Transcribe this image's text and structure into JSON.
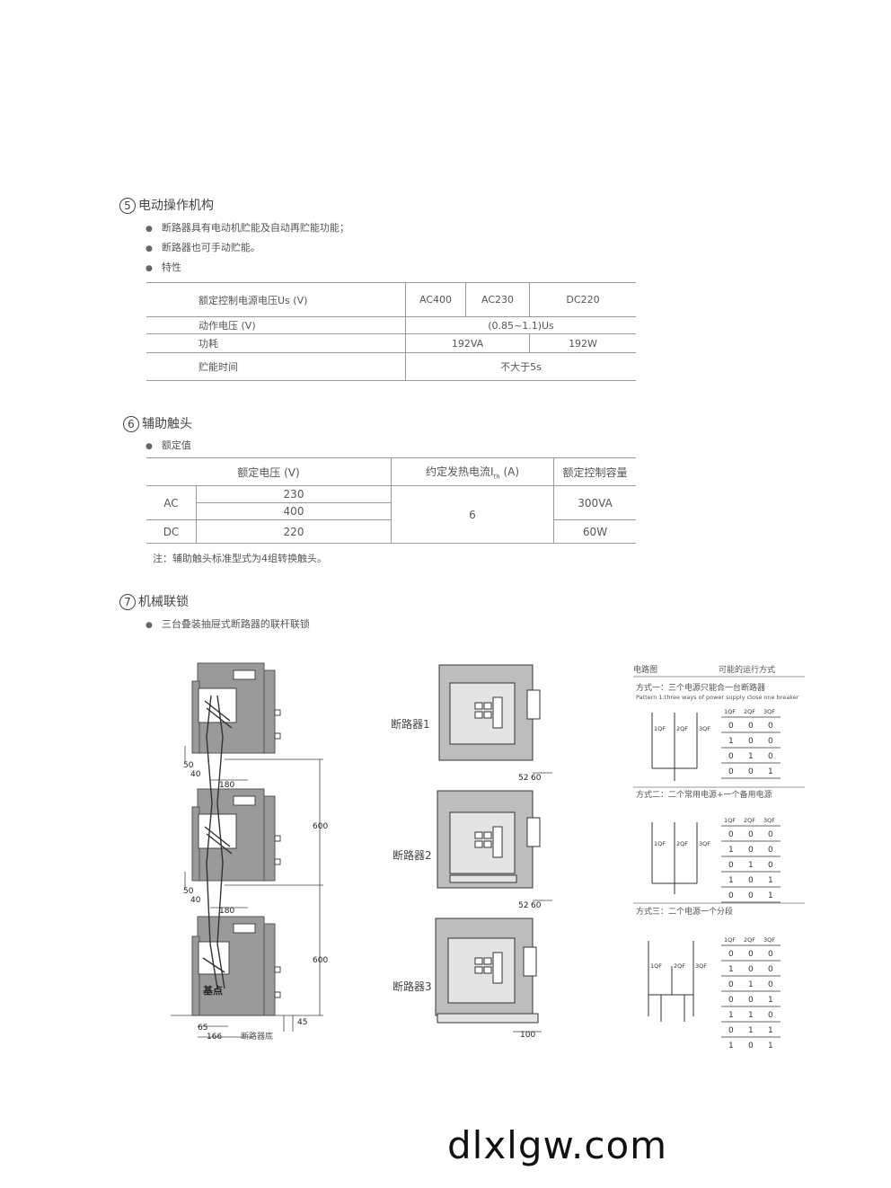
{
  "sec5": {
    "num": "5",
    "title": "电动操作机构",
    "bullets": [
      "断路器具有电动机贮能及自动再贮能功能；",
      "断路器也可手动贮能。",
      "特性"
    ],
    "table": {
      "r1": {
        "label": "额定控制电源电压Us (V)",
        "c1": "AC400",
        "c2": "AC230",
        "c3": "DC220"
      },
      "r2": {
        "label": "动作电压 (V)",
        "v": "(0.85~1.1)Us"
      },
      "r3": {
        "label": "功耗",
        "v1": "192VA",
        "v2": "192W"
      },
      "r4": {
        "label": "贮能时间",
        "v": "不大于5s"
      }
    }
  },
  "sec6": {
    "num": "6",
    "title": "辅助触头",
    "bullets": [
      "额定值"
    ],
    "table": {
      "h1": "额定电压 (V)",
      "h2_main": "约定发热电流I",
      "h2_sub": "th",
      "h2_unit": " (A)",
      "h3": "额定控制容量",
      "ac": "AC",
      "ac_v1": "230",
      "ac_v2": "400",
      "dc": "DC",
      "dc_v": "220",
      "current": "6",
      "cap1": "300VA",
      "cap2": "60W"
    },
    "note": "注：辅助触头标准型式为4组转换触头。"
  },
  "sec7": {
    "num": "7",
    "title": "机械联锁",
    "bullets": [
      "三台叠装抽屉式断路器的联杆联锁"
    ]
  },
  "diagram_left": {
    "dims": {
      "d50a": "50",
      "d40a": "40",
      "d180a": "180",
      "d600a": "600",
      "d50b": "50",
      "d40b": "40",
      "d180b": "180",
      "d600b": "600",
      "d65": "65",
      "d166": "166",
      "d45": "45"
    },
    "base_point": "基点",
    "breaker_bottom": "断路器底"
  },
  "diagram_mid": {
    "labels": [
      "断路器1",
      "断路器2",
      "断路器3"
    ],
    "dims": {
      "g1": "52",
      "g1b": "60",
      "g2": "52",
      "g2b": "60",
      "g3": "100"
    }
  },
  "diagram_right": {
    "header_left": "电路图",
    "header_right": "可能的运行方式",
    "mode1": "方式一：三个电源只能合一台断路器",
    "mode1_en": "Pattern 1:three ways of power supply close one breaker",
    "mode2": "方式二：二个常用电源+一个备用电源",
    "mode3": "方式三：二个电源一个分段",
    "cols": [
      "1QF",
      "2QF",
      "3QF"
    ],
    "switches": [
      "1QF",
      "2QF",
      "3QF"
    ],
    "t1": [
      [
        "0",
        "0",
        "0"
      ],
      [
        "1",
        "0",
        "0"
      ],
      [
        "0",
        "1",
        "0"
      ],
      [
        "0",
        "0",
        "1"
      ]
    ],
    "t2": [
      [
        "0",
        "0",
        "0"
      ],
      [
        "1",
        "0",
        "0"
      ],
      [
        "0",
        "1",
        "0"
      ],
      [
        "1",
        "0",
        "1"
      ],
      [
        "0",
        "0",
        "1"
      ]
    ],
    "t3": [
      [
        "0",
        "0",
        "0"
      ],
      [
        "1",
        "0",
        "0"
      ],
      [
        "0",
        "1",
        "0"
      ],
      [
        "0",
        "0",
        "1"
      ],
      [
        "1",
        "1",
        "0"
      ],
      [
        "0",
        "1",
        "1"
      ],
      [
        "1",
        "0",
        "1"
      ]
    ]
  },
  "brand": "dlxlgw.com"
}
